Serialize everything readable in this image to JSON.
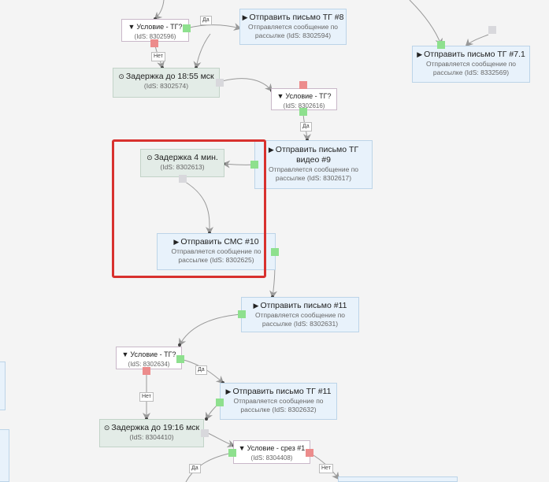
{
  "nodes": {
    "cond_8302596": {
      "title": "Условие - ТГ?",
      "ids": "(IdS: 8302596)"
    },
    "send_tg8": {
      "title": "Отправить письмо ТГ #8",
      "sub": "Отправляется сообщение по",
      "ids": "рассылке (IdS: 8302594)"
    },
    "send_tg71": {
      "title": "Отправить письмо ТГ #7.1",
      "sub": "Отправляется сообщение по",
      "ids": "рассылке (IdS: 8332569)"
    },
    "delay_1855": {
      "title": "Задержка до 18:55 мск",
      "ids": "(IdS: 8302574)"
    },
    "cond_8302616": {
      "title": "Условие - ТГ?",
      "ids": "(IdS: 8302616)"
    },
    "send_tg9_video": {
      "title": "Отправить письмо ТГ",
      "title2": "видео #9",
      "sub": "Отправляется сообщение по",
      "ids": "рассылке (IdS: 8302617)"
    },
    "delay_4min": {
      "title": "Задержка 4 мин.",
      "ids": "(IdS: 8302613)"
    },
    "send_sms10": {
      "title": "Отправить СМС #10",
      "sub": "Отправляется сообщение по",
      "ids": "рассылке (IdS: 8302625)"
    },
    "send_11": {
      "title": "Отправить письмо #11",
      "sub": "Отправляется сообщение по",
      "ids": "рассылке (IdS: 8302631)"
    },
    "cond_8302634": {
      "title": "Условие - ТГ?",
      "ids": "(IdS: 8302634)"
    },
    "send_tg11": {
      "title": "Отправить письмо ТГ #11",
      "sub": "Отправляется сообщение по",
      "ids": "рассылке (IdS: 8302632)"
    },
    "delay_1916": {
      "title": "Задержка до 19:16 мск",
      "ids": "(IdS: 8304410)"
    },
    "cond_srez1": {
      "title": "Условие - срез #1",
      "ids": "(IdS: 8304408)"
    }
  },
  "edge_labels": {
    "yes": "Да",
    "no": "Нет"
  },
  "colors": {
    "yes_port": "#8ee08e",
    "no_port": "#ec8c8c",
    "in_port": "#d8d8dc",
    "highlight": "#d8312e",
    "edge": "#999999"
  },
  "icons": {
    "send": "play-icon",
    "delay": "clock-icon",
    "condition": "filter-icon"
  }
}
